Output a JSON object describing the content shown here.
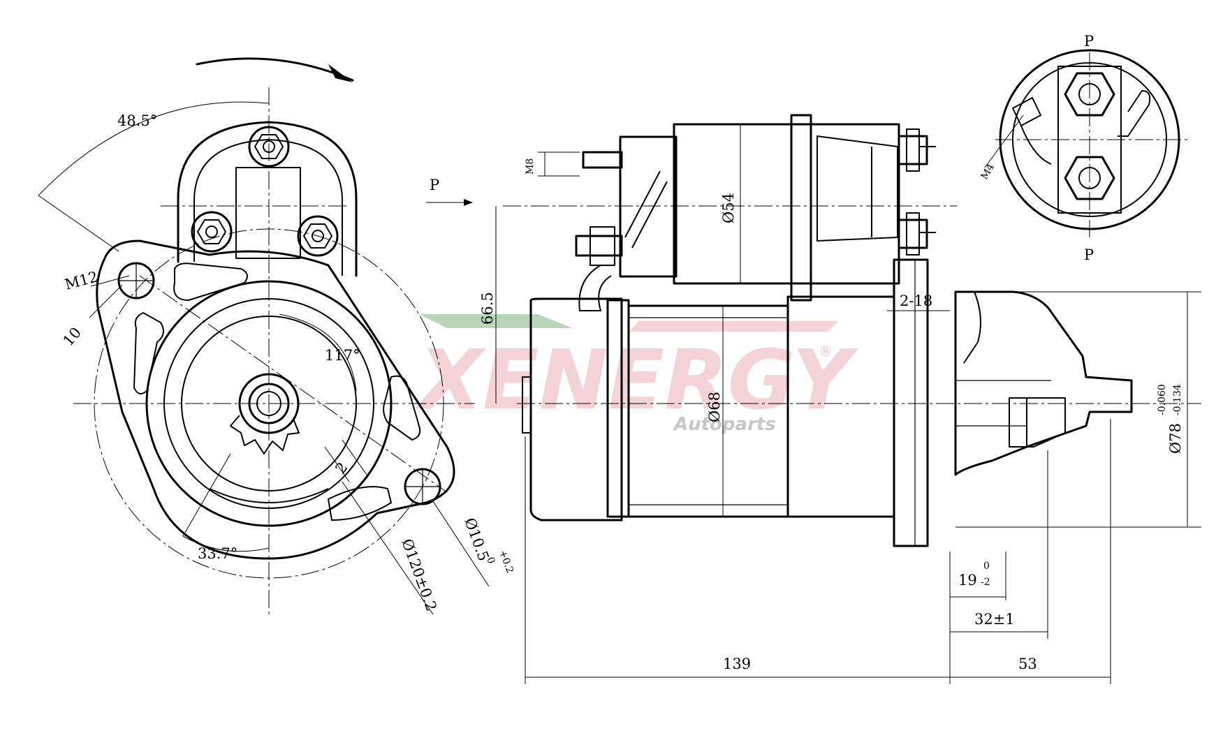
{
  "watermark": {
    "brand": "XENERGY",
    "sub": "Autoparts",
    "reg": "®",
    "brand_color": "#e8a0a8"
  },
  "front_view": {
    "angle_top": "48.5°",
    "thread_mount": "M12",
    "dim_offset": "10",
    "angle_mid": "117°",
    "dim_small": "2",
    "angle_bottom": "33.7°",
    "bolt_circle": "Ø120±0.2",
    "hole_dia": "Ø10.5",
    "hole_tol_upper": "+0.2",
    "hole_tol_lower": "0"
  },
  "side_view": {
    "p_label": "P",
    "thread_terminal": "M8",
    "solenoid_dia": "Ø54",
    "height": "66.5",
    "body_dia": "Ø68",
    "flange_thickness": "2-18",
    "pilot_dia": "Ø78",
    "pilot_tol_upper": "-0.060",
    "pilot_tol_lower": "-0.134",
    "pinion_offset": "19",
    "pinion_tol_upper": "0",
    "pinion_tol_lower": "-2",
    "pinion_length": "32±1",
    "body_length": "139",
    "nose_length": "53"
  },
  "terminal_view": {
    "thread_small": "M4",
    "p_label": "P"
  }
}
